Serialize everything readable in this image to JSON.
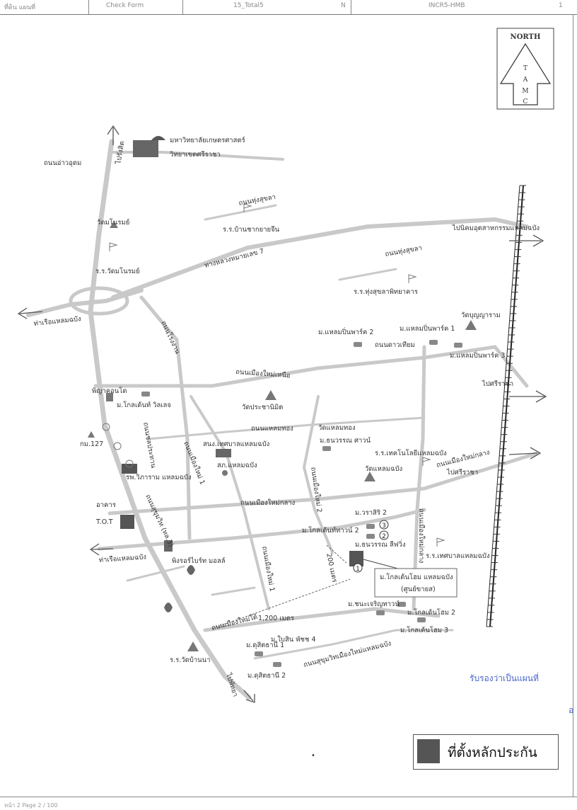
{
  "header": {
    "c1": "ที่ดิน แผนที่",
    "c2": "Check Form",
    "c3": "15_Total5",
    "c4": "N",
    "c5": "INCR5-HMB",
    "c6": "1"
  },
  "north": {
    "word": "NORTH",
    "l1": "T",
    "l2": "A",
    "l3": "M",
    "l4": "C"
  },
  "labels": {
    "to_rangsit": "ไปรังสิต",
    "kaset_univ": "มหาวิทยาลัยเกษตรศาสตร์",
    "kaset_campus": "วิทยาเขตศรีราชา",
    "rd_ariya": "ถนนอ่าวอุดม",
    "wat_bow": "วัดมโนรมย์",
    "school_wat": "ร.ร.วัดมโนรมย์",
    "rd_thungsukhla1": "ถนนทุ่งสุขลา",
    "school_ban": "ร.ร.บ้านชากยายจีน",
    "rd_central": "ทางหลวงหมายเลข 7",
    "rd_thungsukhla2": "ถนนทุ่งสุขลา",
    "school_thung": "ร.ร.ทุ่งสุขลาพิทยาคาร",
    "to_port": "ไปนิคมอุตสาหกรรมแหลมฉบัง",
    "to_harbor_left": "ท่าเรือแหลมฉบัง",
    "rd_thanon": "ถนนโรงงาน",
    "wat_boon": "วัดบุญญาราม",
    "mb_park2": "ม.แหลมปิ่นพาร์ค 2",
    "mb_park1": "ม.แหลมปิ่นพาร์ค 1",
    "rd_aksara": "ถนนดาวเทียม",
    "mb_park3": "ม.แหลมปิ่นพาร์ค 3",
    "rd_north": "ถนนเมืองใหม่เหนือ",
    "to_sriracha": "ไปศรีราชา",
    "wat_prasan": "วัดประชานิมิต",
    "pinyo": "พิญาคอนโด",
    "mb_kol_villa": "ม.โกลเด้นท์ วิลเลจ",
    "rd_chon": "ถนนชลประทาน",
    "rd_laem": "ถนนแหลมทอง",
    "wat_laem_thong": "วัดแหลมทอง",
    "school_tech": "ร.ร.เทคโนโลยีแหลมฉบัง",
    "km127": "กม.127",
    "samnak": "สนง.เทศบาลแหลมฉบัง",
    "pol": "สภ.แหลมฉบัง",
    "rd_muang1": "ถนนเมืองใหม่ 1",
    "mb_tanawan": "ม.ธนวรรณ ศาวน์",
    "rd_muang_mid": "ถนนเมืองใหม่กลาง",
    "to_sriracha2": "ไปศรีราชา",
    "hosp": "รพ.วิภาราม แหลมฉบัง",
    "wat_laem": "วัดแหลมฉบัง",
    "rd_muang2": "ถนนเมืองใหม่ 2",
    "rd_mid2": "ถนนเมืองใหม่กลาง",
    "tot1": "อาคาร",
    "tot2": "T.O.T",
    "rd_sukhumvit": "ถนนสุขุมวิท (ทล.3)",
    "mb_wara": "ม.วราสิริ 2",
    "mb_kol_town": "ม.โกลเด้นท์ทาวน์ 2",
    "mb_tanawan2": "ม.ธนวรรณ ลีฟวิ่ง",
    "rd_mid_v": "ถนนเมืองใหม่กลาง",
    "to_harbor2": "ท่าเรือแหลมฉบัง",
    "shop": "พิงรอร์ไบร์ท มอลล์",
    "rd_muang1b": "ถนนเมืองใหม่ 1",
    "dist_200": "200 เมตร",
    "school_laem": "ร.ร.เทศบาลแหลมฉบัง",
    "target1": "ม.โกลเด้นโฮม แหลมฉบัง",
    "target2": "(ศูนย์ขายส)",
    "mb_hana": "ม.ชนะเจริญทาวน์",
    "mb_golden2": "ม.โกลเด้นโฮม 2",
    "dist_1200": "1,200 เมตร",
    "rd_south": "ถนนเมืองใหม่ใต้",
    "mb_golden3": "ม.โกลเด้นโฮม 3",
    "mb_bunsin": "ม.ใบสิน พัชช 4",
    "mb_dusit1": "ม.ดุสิตธานี 1",
    "rd_sukhum2": "ถนนสุขุมวิทเมืองใหม่แหลมฉบัง",
    "school_wat_ban": "ร.ร.วัดบ้านนา",
    "mb_dusit2": "ม.ดุสิตธานี 2",
    "to_pattaya": "ไปพัทยา",
    "stamp1": "รับรองว่าเป็นแผนที่",
    "stamp2": "อ"
  },
  "markers": {
    "m1": "1",
    "m2": "2",
    "m3": "3"
  },
  "legend": {
    "text": "ที่ตั้งหลักประกัน"
  },
  "footer": {
    "text": "หน้า 2 Page 2 / 100"
  },
  "colors": {
    "road": "#c9c9c9",
    "rail": "#222222",
    "target": "#555555",
    "stamp": "#4a66c8"
  }
}
